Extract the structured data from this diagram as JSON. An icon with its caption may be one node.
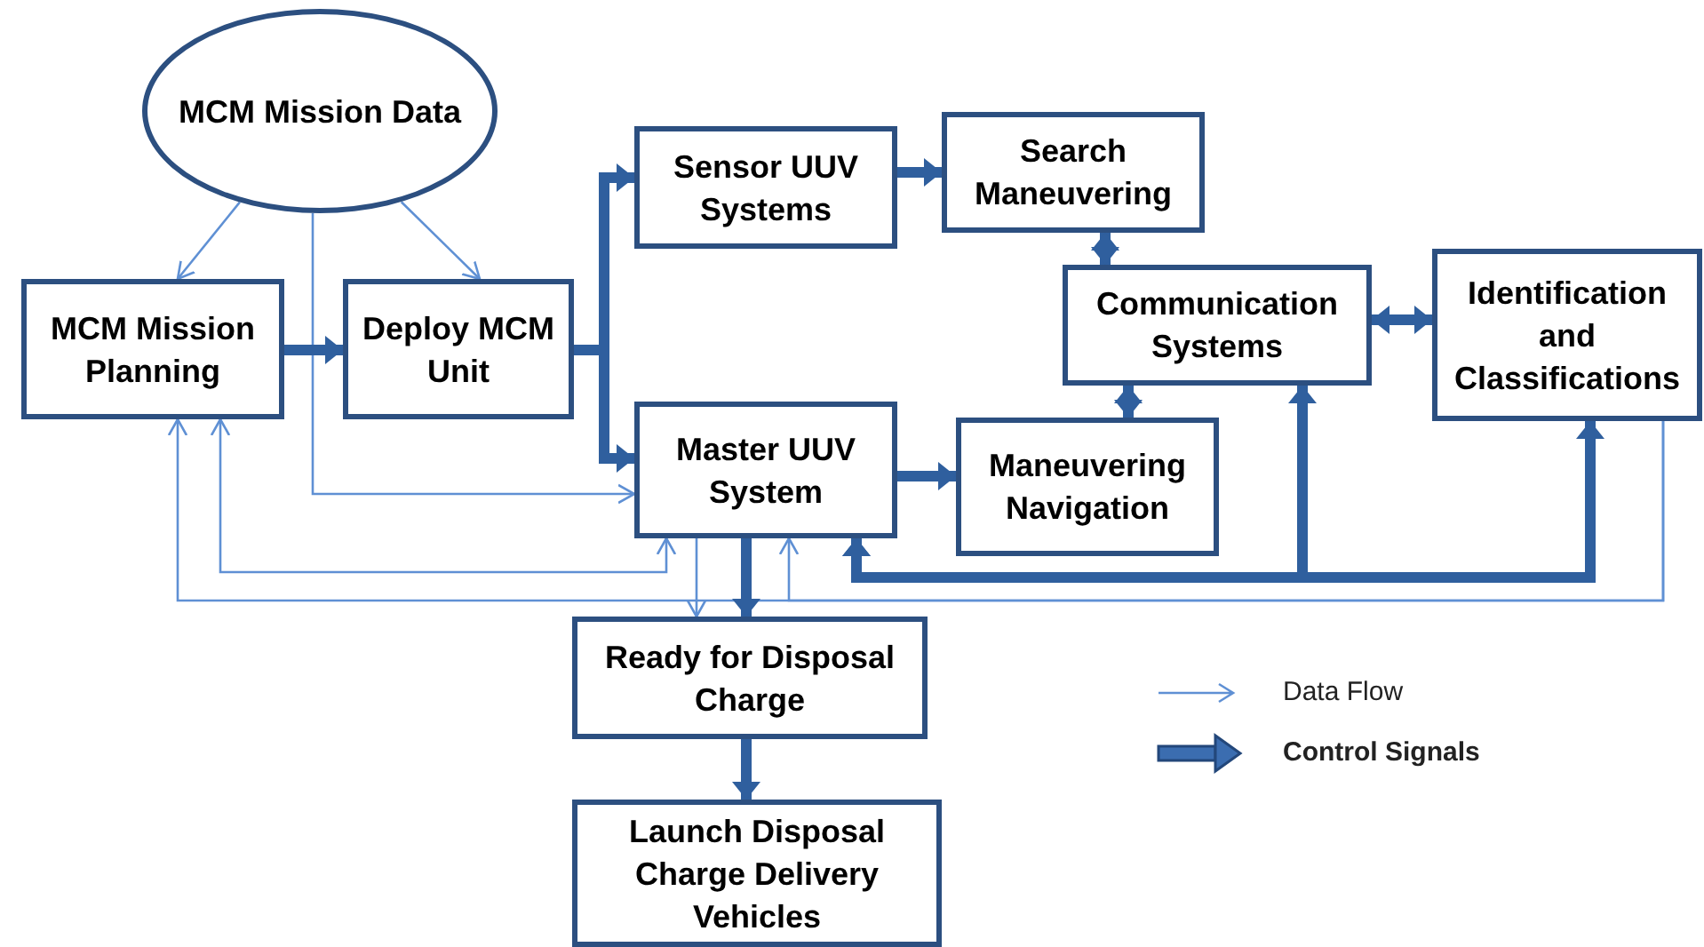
{
  "diagram": {
    "nodes": [
      {
        "text": [
          "MCM Mission Data"
        ]
      },
      {
        "text": [
          "MCM Mission Planning"
        ]
      },
      {
        "text": [
          "Deploy MCM Unit"
        ]
      },
      {
        "text": [
          "Sensor UUV Systems"
        ]
      },
      {
        "text": [
          "Search Maneuvering"
        ]
      },
      {
        "text": [
          "Communication Systems"
        ]
      },
      {
        "text": [
          "Identification and Classifications"
        ]
      },
      {
        "text": [
          "Master UUV System"
        ]
      },
      {
        "text": [
          "Maneuvering Navigation"
        ]
      },
      {
        "text": [
          "Ready for Disposal Charge"
        ]
      },
      {
        "text": [
          "Launch Disposal Charge Delivery Vehicles"
        ]
      }
    ],
    "edges": [
      {
        "from": 0,
        "to": 1,
        "arrow": "to",
        "color": "#5f90d4"
      },
      {
        "from": 0,
        "to": 2,
        "arrow": "to",
        "color": "#5f90d4"
      },
      {
        "from": 0,
        "to": 7,
        "arrow": "to",
        "color": "#5f90d4"
      },
      {
        "from": 7,
        "to": 1,
        "arrow": "both",
        "color": "#5f90d4"
      },
      {
        "from": 6,
        "to": 1,
        "arrow": "to",
        "color": "#5f90d4"
      },
      {
        "from": 6,
        "to": 7,
        "arrow": "to",
        "color": "#5f90d4"
      },
      {
        "from": 7,
        "to": 9,
        "arrow": "to",
        "color": "#5f90d4"
      },
      {
        "from": 1,
        "to": 2,
        "arrow": "to"
      },
      {
        "from": 2,
        "to": 3,
        "arrow": "to"
      },
      {
        "from": 2,
        "to": 7,
        "arrow": "to"
      },
      {
        "from": 3,
        "to": 4,
        "arrow": "to"
      },
      {
        "from": 4,
        "to": 5,
        "arrow": "both"
      },
      {
        "from": 5,
        "to": 8,
        "arrow": "both"
      },
      {
        "from": 5,
        "to": 6,
        "arrow": "both"
      },
      {
        "from": 7,
        "to": 8,
        "arrow": "to"
      },
      {
        "from": 7,
        "to": 9,
        "arrow": "to"
      },
      {
        "from": 7,
        "to": 5,
        "arrow": "both"
      },
      {
        "from": 7,
        "to": 6,
        "arrow": "both"
      },
      {
        "from": 9,
        "to": 10,
        "arrow": "to"
      }
    ],
    "legend": [
      {
        "text": "Data Flow"
      },
      {
        "text": "Control Signals"
      }
    ]
  }
}
